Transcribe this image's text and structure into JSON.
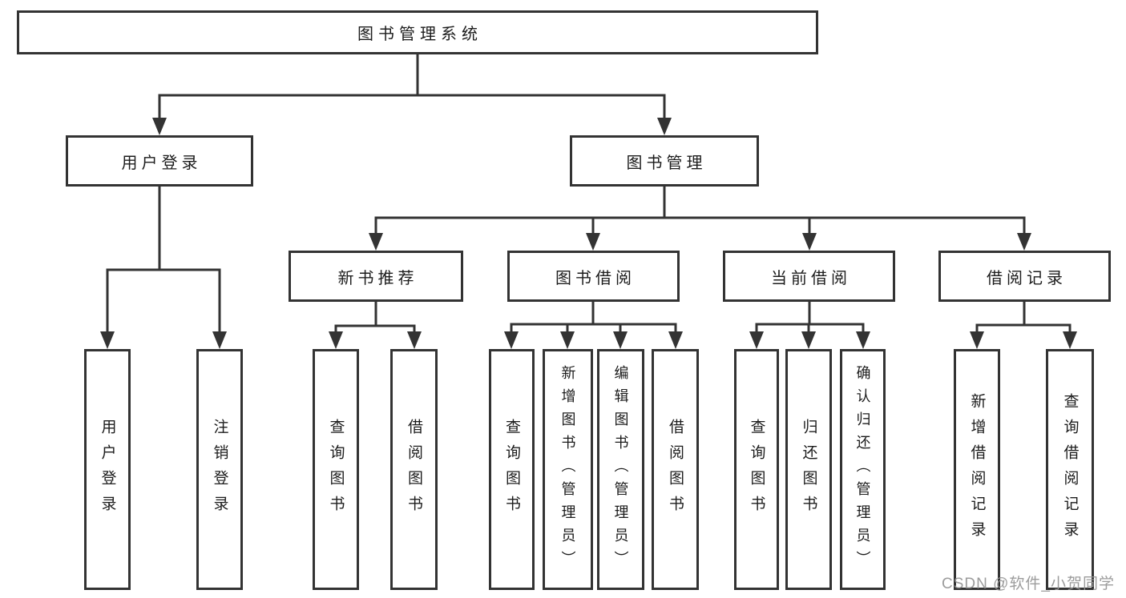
{
  "diagram": {
    "title": "图书管理系统",
    "tree": {
      "label": "图书管理系统",
      "children": [
        {
          "label": "用户登录",
          "children": [
            {
              "label": "用户登录"
            },
            {
              "label": "注销登录"
            }
          ]
        },
        {
          "label": "图书管理",
          "children": [
            {
              "label": "新书推荐",
              "children": [
                {
                  "label": "查询图书"
                },
                {
                  "label": "借阅图书"
                }
              ]
            },
            {
              "label": "图书借阅",
              "children": [
                {
                  "label": "查询图书"
                },
                {
                  "label": "新增图书（管理员）"
                },
                {
                  "label": "编辑图书（管理员）"
                },
                {
                  "label": "借阅图书"
                }
              ]
            },
            {
              "label": "当前借阅",
              "children": [
                {
                  "label": "查询图书"
                },
                {
                  "label": "归还图书"
                },
                {
                  "label": "确认归还（管理员）"
                }
              ]
            },
            {
              "label": "借阅记录",
              "children": [
                {
                  "label": "新增借阅记录"
                },
                {
                  "label": "查询借阅记录"
                }
              ]
            }
          ]
        }
      ]
    }
  },
  "watermark": {
    "text": "CSDN @软件_小贺同学"
  },
  "colors": {
    "line": "#333333",
    "box_border": "#333333",
    "text": "#1c1c1c",
    "watermark": "#949494",
    "background": "#ffffff"
  }
}
